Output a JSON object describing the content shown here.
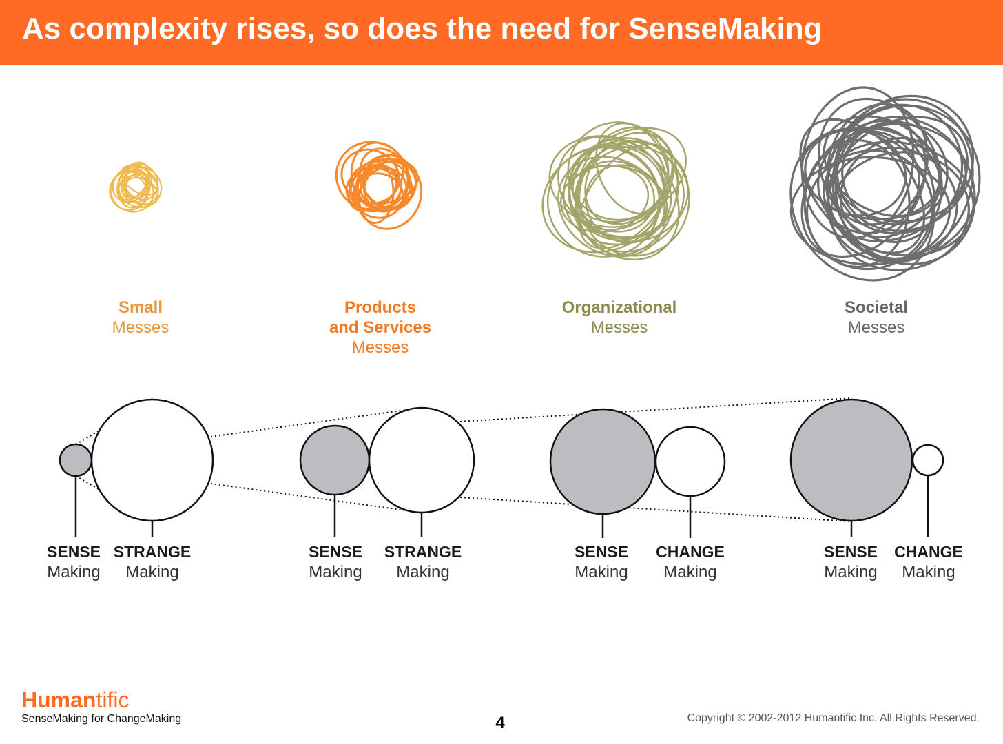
{
  "header": {
    "title": "As complexity rises, so does the need for SenseMaking"
  },
  "messes": [
    {
      "title": "Small",
      "subtitle": "Messes",
      "color": "#f0b94e",
      "icon": "scribble-icon"
    },
    {
      "title": "Products\nand Services",
      "title_line1": "Products",
      "title_line2": "and Services",
      "subtitle": "Messes",
      "color": "#f7892b",
      "icon": "scribble-icon"
    },
    {
      "title": "Organizational",
      "subtitle": "Messes",
      "color": "#a4a56a",
      "icon": "scribble-icon"
    },
    {
      "title": "Societal",
      "subtitle": "Messes",
      "color": "#6e6e70",
      "icon": "scribble-icon"
    }
  ],
  "circle_pairs": [
    {
      "left": {
        "title": "SENSE",
        "subtitle": "Making"
      },
      "right": {
        "title": "STRANGE",
        "subtitle": "Making"
      }
    },
    {
      "left": {
        "title": "SENSE",
        "subtitle": "Making"
      },
      "right": {
        "title": "STRANGE",
        "subtitle": "Making"
      }
    },
    {
      "left": {
        "title": "SENSE",
        "subtitle": "Making"
      },
      "right": {
        "title": "CHANGE",
        "subtitle": "Making"
      }
    },
    {
      "left": {
        "title": "SENSE",
        "subtitle": "Making"
      },
      "right": {
        "title": "CHANGE",
        "subtitle": "Making"
      }
    }
  ],
  "colors": {
    "accent": "#ff6a24",
    "sense_fill": "#bcbdc0",
    "outline": "#111111"
  },
  "footer": {
    "brand_bold": "Human",
    "brand_rest": "tific",
    "tagline": "SenseMaking for ChangeMaking",
    "page_number": "4",
    "copyright": "Copyright © 2002-2012 Humantific Inc. All Rights Reserved."
  }
}
